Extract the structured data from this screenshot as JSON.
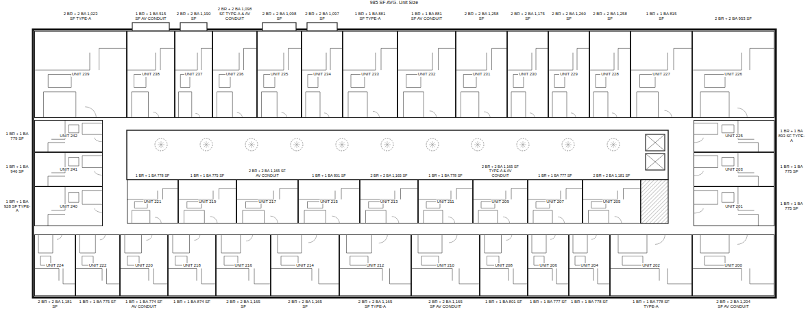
{
  "diagram": {
    "title": "985 SF AVG. Unit Size",
    "nodes": [
      {
        "text": [
          "UNIT 239"
        ]
      },
      {
        "text": [
          "UNIT 238"
        ]
      },
      {
        "text": [
          "UNIT 237"
        ]
      },
      {
        "text": [
          "UNIT 236"
        ]
      },
      {
        "text": [
          "UNIT 235"
        ]
      },
      {
        "text": [
          "UNIT 234"
        ]
      },
      {
        "text": [
          "UNIT 233"
        ]
      },
      {
        "text": [
          "UNIT 232"
        ]
      },
      {
        "text": [
          "UNIT 231"
        ]
      },
      {
        "text": [
          "UNIT 230"
        ]
      },
      {
        "text": [
          "UNIT 229"
        ]
      },
      {
        "text": [
          "UNIT 228"
        ]
      },
      {
        "text": [
          "UNIT 227"
        ]
      },
      {
        "text": [
          "UNIT 226"
        ]
      },
      {
        "text": [
          "UNIT 242"
        ]
      },
      {
        "text": [
          "UNIT 241"
        ]
      },
      {
        "text": [
          "UNIT 240"
        ]
      },
      {
        "text": [
          "UNIT 225"
        ]
      },
      {
        "text": [
          "UNIT 203"
        ]
      },
      {
        "text": [
          "UNIT 201"
        ]
      },
      {
        "text": [
          "UNIT 221"
        ]
      },
      {
        "text": [
          "UNIT 219"
        ]
      },
      {
        "text": [
          "UNIT 217"
        ]
      },
      {
        "text": [
          "UNIT 215"
        ]
      },
      {
        "text": [
          "UNIT 213"
        ]
      },
      {
        "text": [
          "UNIT 211"
        ]
      },
      {
        "text": [
          "UNIT 209"
        ]
      },
      {
        "text": [
          "UNIT 207"
        ]
      },
      {
        "text": [
          "UNIT 205"
        ]
      },
      {
        "text": [
          "UNIT 224"
        ]
      },
      {
        "text": [
          "UNIT 222"
        ]
      },
      {
        "text": [
          "UNIT 220"
        ]
      },
      {
        "text": [
          "UNIT 218"
        ]
      },
      {
        "text": [
          "UNIT 216"
        ]
      },
      {
        "text": [
          "UNIT 214"
        ]
      },
      {
        "text": [
          "UNIT 212"
        ]
      },
      {
        "text": [
          "UNIT 210"
        ]
      },
      {
        "text": [
          "UNIT 208"
        ]
      },
      {
        "text": [
          "UNIT 206"
        ]
      },
      {
        "text": [
          "UNIT 204"
        ]
      },
      {
        "text": [
          "UNIT 202"
        ]
      },
      {
        "text": [
          "UNIT 200"
        ]
      }
    ],
    "labels": [
      "2 BR + 2 BA 1,023 SF TYPE-A",
      "1 BR + 1 BA 515 SF AV CONDUIT",
      "2 BR + 2 BA 1,190 SF",
      "2 BR + 2 BA 1,098 SF TYPE-A & AV CONDUIT",
      "2 BR + 2 BA 1,098 SF",
      "2 BR + 2 BA 1,097 SF",
      "1 BR + 1 BA 881 SF TYPE-A",
      "1 BR + 1 BA 881 SF AV CONDUIT",
      "2 BR + 2 BA 1,258 SF",
      "2 BR + 2 BA 1,175 SF",
      "2 BR + 2 BA 1,260 SF",
      "2 BR + 2 BA 1,258 SF",
      "1 BR + 1 BA 815 SF",
      "2 BR + 2 BA 953 SF",
      "1 BR + 1 BA 779 SF",
      "1 BR + 1 BA 946 SF",
      "1 BR + 1 BA 928 SF TYPE-A",
      "1 BR + 1 BA 893 SF TYPE-A",
      "1 BR + 1 BA 775 SF",
      "1 BR + 1 BA 775 SF",
      "1 BR + 1 BA 778 SF",
      "1 BR + 1 BA 775 SF",
      "2 BR + 2 BA 1,165 SF AV CONDUIT",
      "1 BR + 1 BA 801 SF",
      "2 BR + 2 BA 1,165 SF",
      "1 BR + 1 BA 778 SF",
      "2 BR + 2 BA 1,165 SF TYPE-A & AV CONDUIT",
      "1 BR + 1 BA 777 SF",
      "2 BR + 2 BA 1,181 SF",
      "2 BR + 2 BA 1,181 SF",
      "1 BR + 1 BA 775 SF",
      "1 BR + 1 BA 774 SF AV CONDUIT",
      "1 BR + 1 BA 874 SF",
      "2 BR + 2 BA 1,165 SF",
      "2 BR + 2 BA 1,165 SF",
      "2 BR + 2 BA 1,165 SF TYPE-A",
      "2 BR + 2 BA 1,165 SF AV CONDUIT",
      "1 BR + 1 BA 801 SF",
      "1 BR + 1 BA 777 SF",
      "1 BR + 1 BA 778 SF",
      "1 BR + 1 BA 778 SF TYPE-A",
      "2 BR + 2 BA 1,204 SF AV CONDUIT"
    ]
  }
}
